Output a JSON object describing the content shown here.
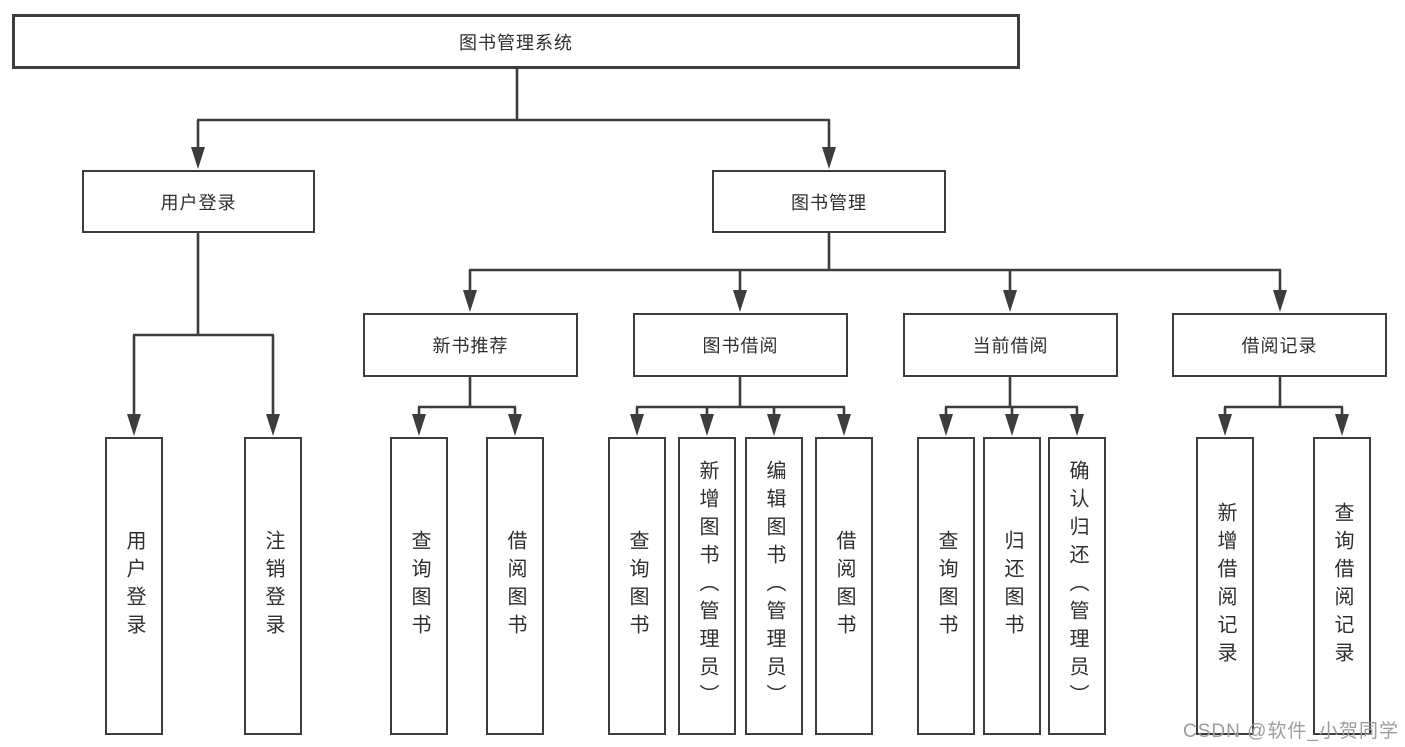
{
  "tree": {
    "label": "图书管理系统",
    "children": [
      {
        "label": "用户登录",
        "children": [
          {
            "label": "用户登录"
          },
          {
            "label": "注销登录"
          }
        ]
      },
      {
        "label": "图书管理",
        "children": [
          {
            "label": "新书推荐",
            "children": [
              {
                "label": "查询图书"
              },
              {
                "label": "借阅图书"
              }
            ]
          },
          {
            "label": "图书借阅",
            "children": [
              {
                "label": "查询图书"
              },
              {
                "label": "新增图书（管理员）"
              },
              {
                "label": "编辑图书（管理员）"
              },
              {
                "label": "借阅图书"
              }
            ]
          },
          {
            "label": "当前借阅",
            "children": [
              {
                "label": "查询图书"
              },
              {
                "label": "归还图书"
              },
              {
                "label": "确认归还（管理员）"
              }
            ]
          },
          {
            "label": "借阅记录",
            "children": [
              {
                "label": "新增借阅记录"
              },
              {
                "label": "查询借阅记录"
              }
            ]
          }
        ]
      }
    ]
  },
  "watermark": "CSDN @软件_小贺同学",
  "colors": {
    "line": "#3d3d3d",
    "text": "#2e2e2e",
    "background": "#ffffff",
    "watermark": "#9c9c9c"
  }
}
